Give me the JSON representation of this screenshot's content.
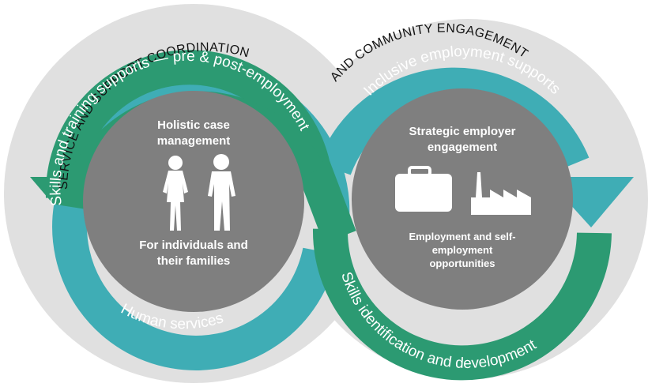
{
  "outer_labels": {
    "left": "SERVICE AND SUPPORT COORDINATION",
    "right": "AND COMMUNITY ENGAGEMENT"
  },
  "arc_labels": {
    "left_top": "Skills and training supports — pre & post-employment",
    "left_bottom": "Human services",
    "right_top": "Inclusive employment supports",
    "right_bottom": "Skills identification and development"
  },
  "left_center": {
    "title_line1": "Holistic case",
    "title_line2": "management",
    "icon": "people-icon",
    "caption_line1": "For individuals and",
    "caption_line2": "their families"
  },
  "right_center": {
    "title_line1": "Strategic employer",
    "title_line2": "engagement",
    "icons": [
      "briefcase-icon",
      "factory-icon"
    ],
    "caption_line1": "Employment and self-",
    "caption_line2": "employment",
    "caption_line3": "opportunities"
  },
  "colors": {
    "outer_disc": "#e0e0e0",
    "center_disc": "#7f7f7f",
    "teal": "#3fadb5",
    "green": "#2c9a72",
    "white": "#ffffff"
  }
}
